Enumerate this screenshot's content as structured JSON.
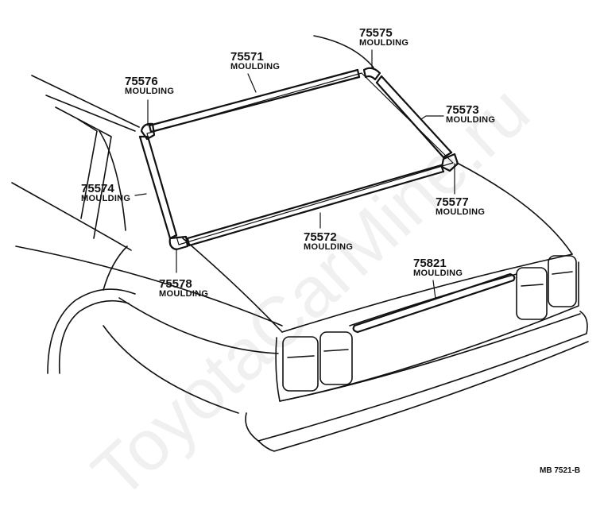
{
  "watermark": "ToyotaCarMine.ru",
  "drawing_code": "MB  7521-B",
  "parts": [
    {
      "id": "p75571",
      "number": "75571",
      "name": "MOULDING"
    },
    {
      "id": "p75575",
      "number": "75575",
      "name": "MOULDING"
    },
    {
      "id": "p75576",
      "number": "75576",
      "name": "MOULDING"
    },
    {
      "id": "p75573",
      "number": "75573",
      "name": "MOULDING"
    },
    {
      "id": "p75574",
      "number": "75574",
      "name": "MOULDING"
    },
    {
      "id": "p75577",
      "number": "75577",
      "name": "MOULDING"
    },
    {
      "id": "p75572",
      "number": "75572",
      "name": "MOULDING"
    },
    {
      "id": "p75821",
      "number": "75821",
      "name": "MOULDING"
    },
    {
      "id": "p75578",
      "number": "75578",
      "name": "MOULDING"
    }
  ],
  "colors": {
    "line": "#111111",
    "background": "#ffffff"
  }
}
